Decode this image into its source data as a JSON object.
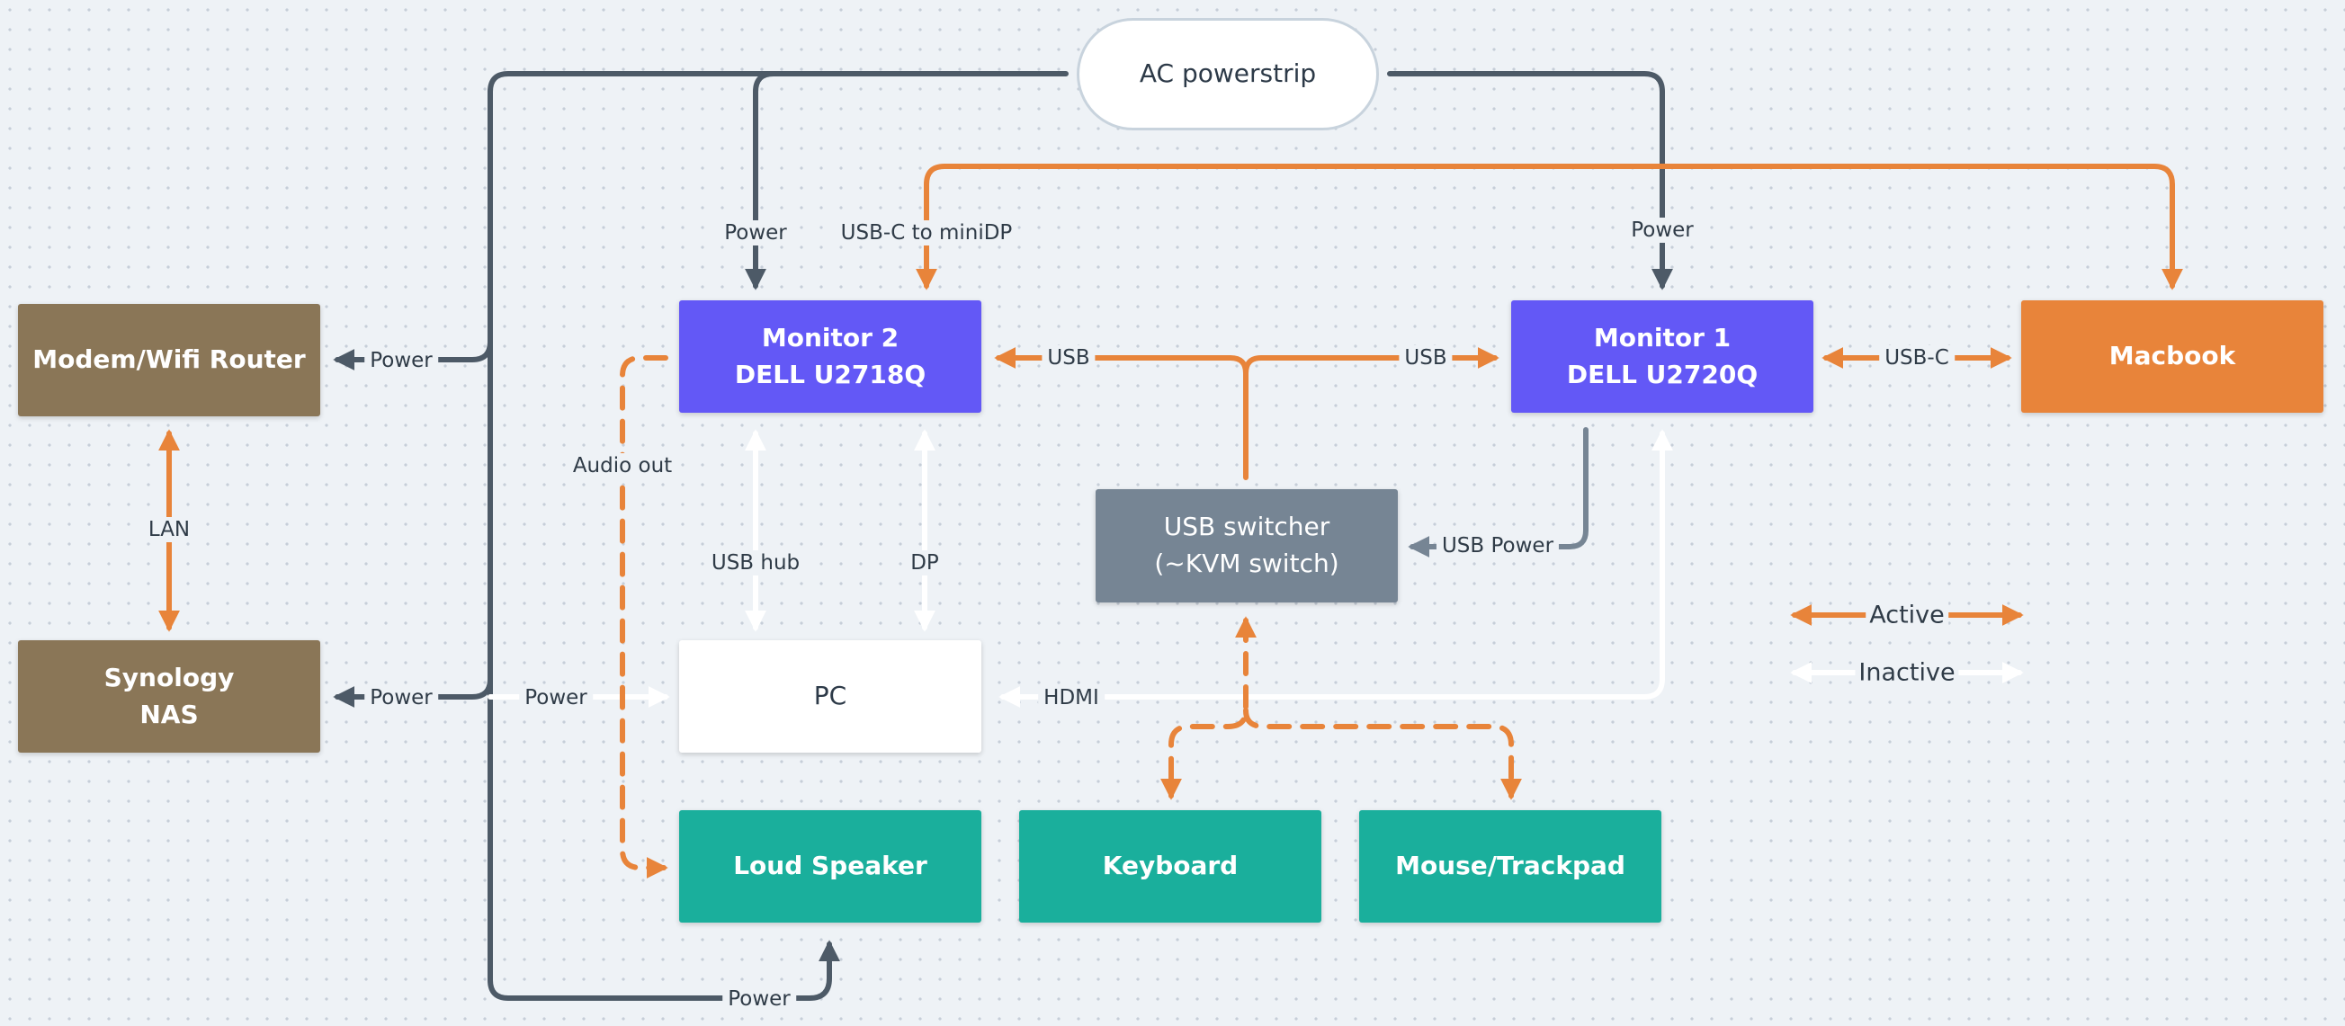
{
  "colors": {
    "power": "#4d5a67",
    "active": "#e8843a",
    "inactive": "#ffffff",
    "usb_power": "#768594",
    "brown": "#8a7657",
    "purple": "#6358f6",
    "orange": "#e8843a",
    "teal": "#1aaf9c",
    "grey": "#768594"
  },
  "nodes": {
    "powerstrip": "AC powerstrip",
    "router": "Modem/Wifi Router",
    "nas": "Synology\nNAS",
    "monitor2": "Monitor 2\nDELL U2718Q",
    "monitor1": "Monitor 1\nDELL U2720Q",
    "macbook": "Macbook",
    "usb_switcher": "USB switcher\n(~KVM switch)",
    "pc": "PC",
    "speaker": "Loud Speaker",
    "keyboard": "Keyboard",
    "mouse": "Mouse/Trackpad"
  },
  "labels": {
    "power_monitor2": "Power",
    "usbc_minidp": "USB-C to miniDP",
    "power_monitor1": "Power",
    "power_router": "Power",
    "lan": "LAN",
    "power_nas": "Power",
    "power_pc": "Power",
    "audio_out": "Audio out",
    "usb_left": "USB",
    "usb_right": "USB",
    "usbc": "USB-C",
    "usb_hub": "USB hub",
    "dp": "DP",
    "usb_power": "USB Power",
    "hdmi": "HDMI",
    "power_speaker": "Power"
  },
  "legend": {
    "active": "Active",
    "inactive": "Inactive"
  }
}
